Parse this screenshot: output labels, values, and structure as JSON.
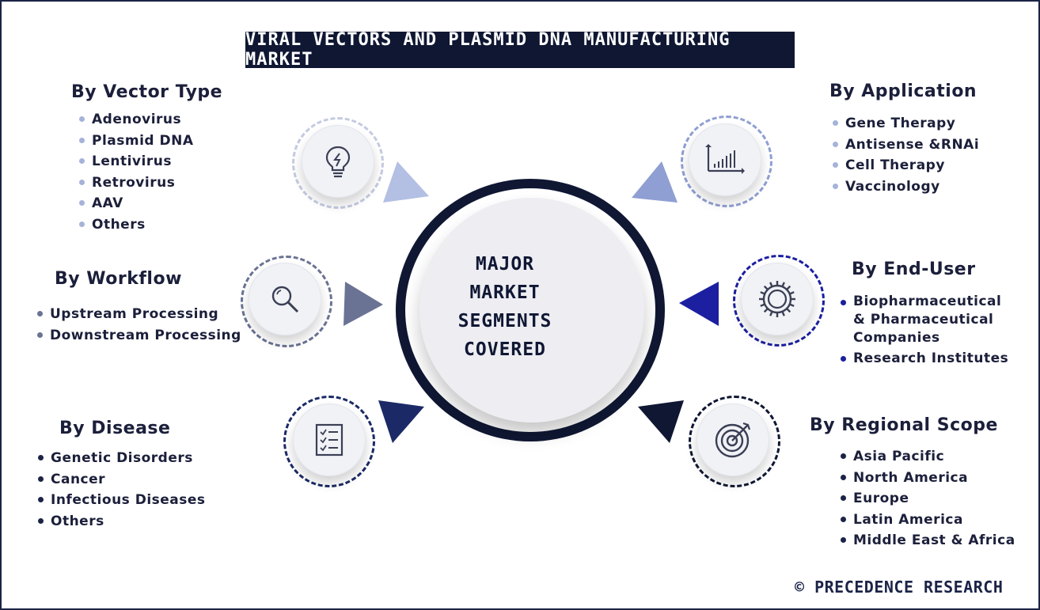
{
  "title": "VIRAL VECTORS AND PLASMID DNA MANUFACTURING MARKET",
  "center": {
    "lines": [
      "MAJOR",
      "MARKET",
      "SEGMENTS",
      "COVERED"
    ]
  },
  "segments": {
    "vector_type": {
      "heading": "By Vector Type",
      "icon": "lightbulb-icon",
      "items": [
        "Adenovirus",
        "Plasmid DNA",
        "Lentivirus",
        "Retrovirus",
        "AAV",
        "Others"
      ]
    },
    "workflow": {
      "heading": "By Workflow",
      "icon": "magnifier-icon",
      "items": [
        "Upstream Processing",
        "Downstream Processing"
      ]
    },
    "disease": {
      "heading": "By Disease",
      "icon": "checklist-icon",
      "items": [
        "Genetic Disorders",
        "Cancer",
        "Infectious Diseases",
        "Others"
      ]
    },
    "application": {
      "heading": "By Application",
      "icon": "bar-chart-icon",
      "items": [
        "Gene Therapy",
        "Antisense &RNAi",
        "Cell Therapy",
        "Vaccinology"
      ]
    },
    "end_user": {
      "heading": "By End-User",
      "icon": "gear-icon",
      "items": [
        "Biopharmaceutical",
        "& Pharmaceutical",
        "Companies",
        "Research Institutes"
      ]
    },
    "regional_scope": {
      "heading": "By Regional Scope",
      "icon": "target-icon",
      "items": [
        "Asia Pacific",
        "North America",
        "Europe",
        "Latin America",
        "Middle East & Africa"
      ]
    }
  },
  "colors": {
    "navy": "#0f1733",
    "light_blue": "#a6b3d9",
    "mid_blue": "#8f9fd3",
    "slate": "#6b7394",
    "royal": "#1c1fa0",
    "dark_navy": "#1b2347"
  },
  "footer": {
    "brand": "© PRECEDENCE RESEARCH"
  }
}
